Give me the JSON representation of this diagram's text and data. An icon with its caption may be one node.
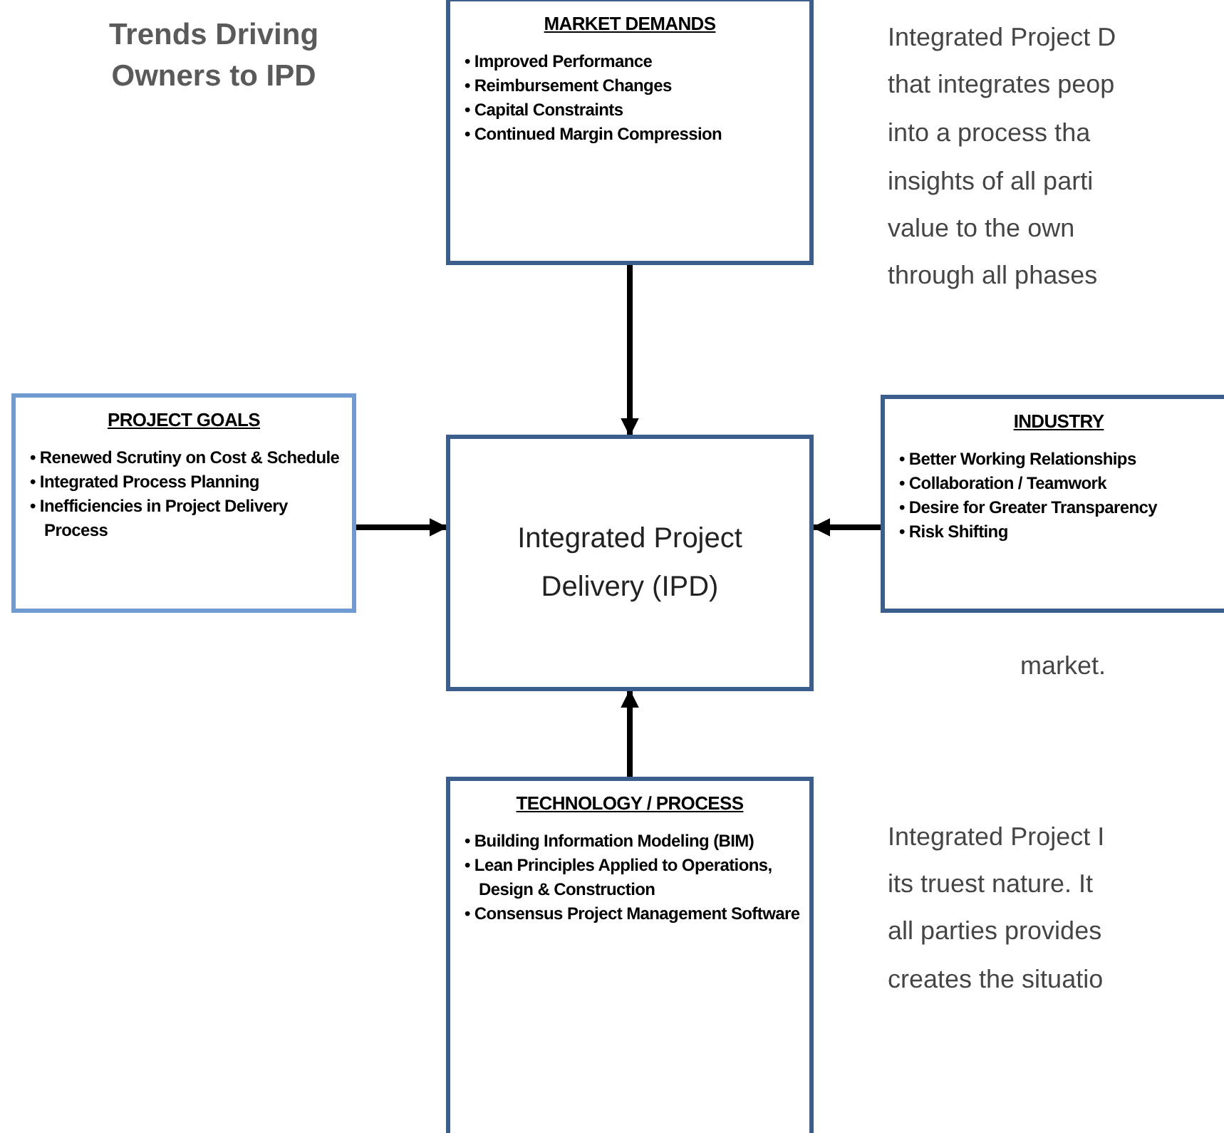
{
  "diagram": {
    "title": "Trends Driving Owners to IPD",
    "nodes": [
      {
        "text": [
          "MARKET DEMANDS",
          "• Improved Performance",
          "• Reimbursement Changes",
          "• Capital Constraints",
          "• Continued Margin Compression"
        ]
      },
      {
        "text": [
          "PROJECT GOALS",
          "• Renewed Scrutiny on Cost & Schedule",
          "• Integrated Process Planning",
          "• Inefficiencies in Project Delivery Process"
        ]
      },
      {
        "text": [
          "Integrated Project Delivery (IPD)"
        ]
      },
      {
        "text": [
          "INDUSTRY",
          "• Better Working Relationships",
          "• Collaboration / Teamwork",
          "• Desire for Greater Transparency",
          "• Risk Shifting"
        ]
      },
      {
        "text": [
          "TECHNOLOGY / PROCESS",
          "• Building Information Modeling (BIM)",
          "• Lean Principles Applied to Operations, Design & Construction",
          "• Consensus Project Management Software"
        ]
      }
    ],
    "edges": [
      {
        "from": 0,
        "to": 2,
        "arrow": "to"
      },
      {
        "from": 1,
        "to": 2,
        "arrow": "to"
      },
      {
        "from": 3,
        "to": 2,
        "arrow": "to"
      },
      {
        "from": 4,
        "to": 2,
        "arrow": "to"
      }
    ],
    "labels": [
      "Integrated Project D",
      "that integrates peop",
      "into a process tha",
      "insights of all parti",
      "value to the own",
      "through all phases",
      "market.",
      "Integrated Project I",
      "its truest nature. It",
      "all parties provides",
      "creates the situatio"
    ]
  }
}
